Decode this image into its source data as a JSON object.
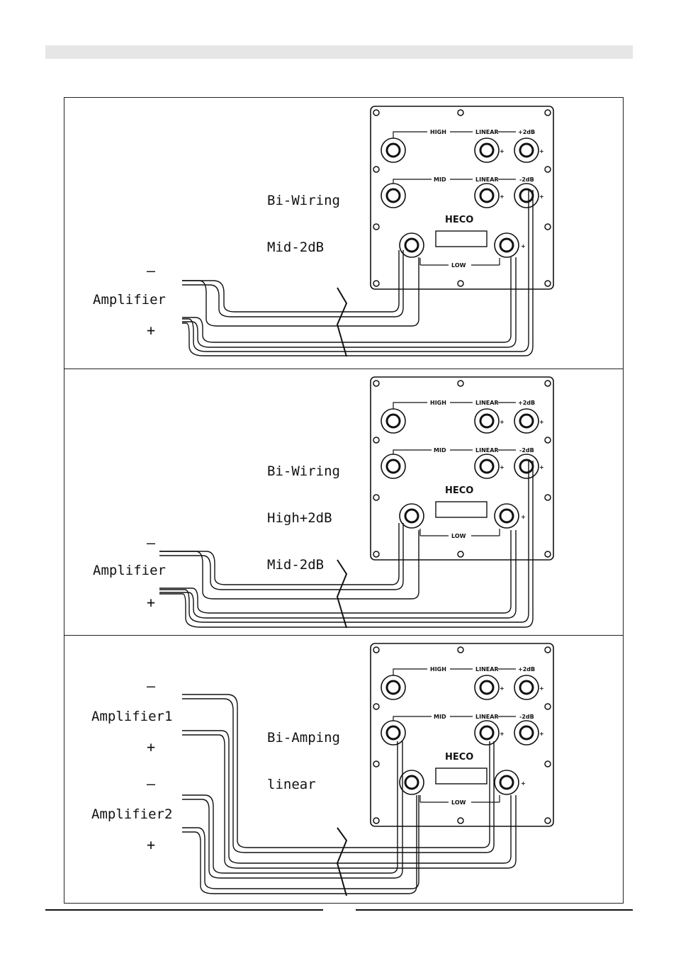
{
  "panels": [
    {
      "mode_lines": [
        "Bi-Wiring",
        "Mid-2dB"
      ],
      "amplifiers": [
        {
          "label": "Amplifier",
          "minus": "–",
          "plus": "+"
        }
      ]
    },
    {
      "mode_lines": [
        "Bi-Wiring",
        "High+2dB",
        "Mid-2dB"
      ],
      "amplifiers": [
        {
          "label": "Amplifier",
          "minus": "–",
          "plus": "+"
        }
      ]
    },
    {
      "mode_lines": [
        "Bi-Amping",
        "linear"
      ],
      "amplifiers": [
        {
          "label": "Amplifier1",
          "minus": "–",
          "plus": "+"
        },
        {
          "label": "Amplifier2",
          "minus": "–",
          "plus": "+"
        }
      ]
    }
  ],
  "terminal_plate": {
    "brand": "HECO",
    "high_label": "HIGH",
    "mid_label": "MID",
    "low_label": "LOW",
    "linear_label": "LINEAR",
    "plus2db_label": "+2dB",
    "minus2db_label": "-2dB",
    "plus_sign": "+"
  }
}
